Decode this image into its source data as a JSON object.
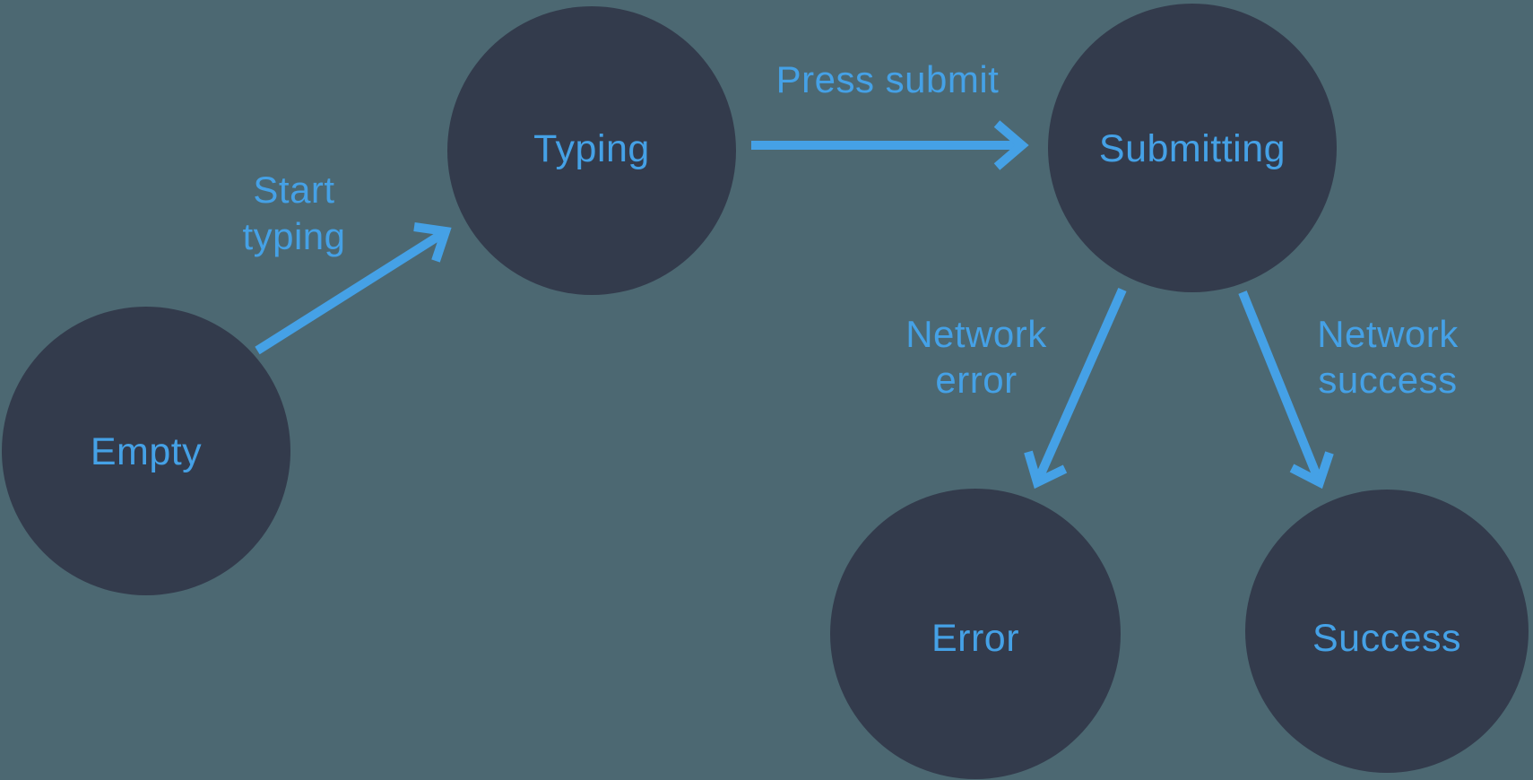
{
  "diagram": {
    "kind": "form-submission-state-machine",
    "palette": {
      "background": "#4C6872",
      "node_fill": "#333B4C",
      "accent": "#45A1E6"
    },
    "nodes": [
      {
        "id": "empty",
        "label": "Empty"
      },
      {
        "id": "typing",
        "label": "Typing"
      },
      {
        "id": "submitting",
        "label": "Submitting"
      },
      {
        "id": "error",
        "label": "Error"
      },
      {
        "id": "success",
        "label": "Success"
      }
    ],
    "edges": [
      {
        "id": "start-typing",
        "from": "empty",
        "to": "typing",
        "label": "Start typing",
        "line1": "Start",
        "line2": "typing"
      },
      {
        "id": "press-submit",
        "from": "typing",
        "to": "submitting",
        "label": "Press submit",
        "line1": "Press submit",
        "line2": ""
      },
      {
        "id": "network-error",
        "from": "submitting",
        "to": "error",
        "label": "Network error",
        "line1": "Network",
        "line2": "error"
      },
      {
        "id": "network-success",
        "from": "submitting",
        "to": "success",
        "label": "Network success",
        "line1": "Network",
        "line2": "success"
      }
    ]
  }
}
